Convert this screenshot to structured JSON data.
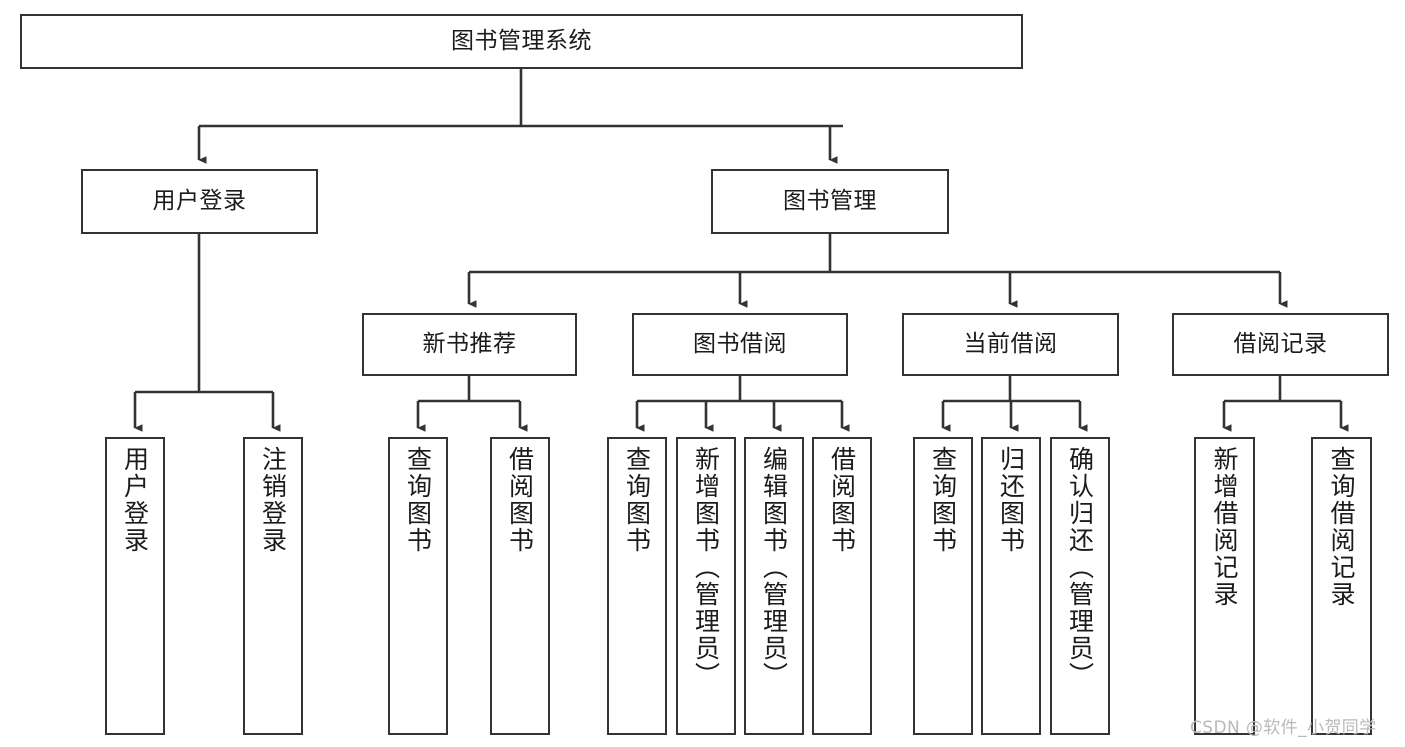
{
  "diagram": {
    "title": "图书管理系统",
    "type": "tree",
    "orientation": "top-down",
    "watermark": "CSDN @软件_小贺同学",
    "colors": {
      "box_border": "#333333",
      "box_fill": "#ffffff",
      "link": "#333333",
      "text": "#1b1b1b",
      "watermark": "#b9b9b9",
      "background": "#ffffff"
    },
    "nodes": {
      "root": {
        "label": "图书管理系统"
      },
      "level2": [
        {
          "id": "user-login",
          "label": "用户登录"
        },
        {
          "id": "book-manage",
          "label": "图书管理"
        }
      ],
      "level3": [
        {
          "id": "new-book-recommend",
          "label": "新书推荐"
        },
        {
          "id": "book-borrow",
          "label": "图书借阅"
        },
        {
          "id": "current-borrow",
          "label": "当前借阅"
        },
        {
          "id": "borrow-record",
          "label": "借阅记录"
        }
      ],
      "leaves": {
        "user_login": [
          {
            "id": "leaf-user-login",
            "label": "用户登录"
          },
          {
            "id": "leaf-logout",
            "label": "注销登录"
          }
        ],
        "new_book_recommend": [
          {
            "id": "leaf-query-book-1",
            "label": "查询图书"
          },
          {
            "id": "leaf-borrow-book-1",
            "label": "借阅图书"
          }
        ],
        "book_borrow": [
          {
            "id": "leaf-query-book-2",
            "label": "查询图书"
          },
          {
            "id": "leaf-add-book",
            "label": "新增图书（管理员）"
          },
          {
            "id": "leaf-edit-book",
            "label": "编辑图书（管理员）"
          },
          {
            "id": "leaf-borrow-book-2",
            "label": "借阅图书"
          }
        ],
        "current_borrow": [
          {
            "id": "leaf-query-book-3",
            "label": "查询图书"
          },
          {
            "id": "leaf-return-book",
            "label": "归还图书"
          },
          {
            "id": "leaf-confirm-return",
            "label": "确认归还（管理员）"
          }
        ],
        "borrow_record": [
          {
            "id": "leaf-add-record",
            "label": "新增借阅记录"
          },
          {
            "id": "leaf-query-record",
            "label": "查询借阅记录"
          }
        ]
      }
    },
    "edges": [
      {
        "from": "图书管理系统",
        "to": "用户登录"
      },
      {
        "from": "图书管理系统",
        "to": "图书管理"
      },
      {
        "from": "用户登录",
        "to": "用户登录"
      },
      {
        "from": "用户登录",
        "to": "注销登录"
      },
      {
        "from": "图书管理",
        "to": "新书推荐"
      },
      {
        "from": "图书管理",
        "to": "图书借阅"
      },
      {
        "from": "图书管理",
        "to": "当前借阅"
      },
      {
        "from": "图书管理",
        "to": "借阅记录"
      },
      {
        "from": "新书推荐",
        "to": "查询图书"
      },
      {
        "from": "新书推荐",
        "to": "借阅图书"
      },
      {
        "from": "图书借阅",
        "to": "查询图书"
      },
      {
        "from": "图书借阅",
        "to": "新增图书（管理员）"
      },
      {
        "from": "图书借阅",
        "to": "编辑图书（管理员）"
      },
      {
        "from": "图书借阅",
        "to": "借阅图书"
      },
      {
        "from": "当前借阅",
        "to": "查询图书"
      },
      {
        "from": "当前借阅",
        "to": "归还图书"
      },
      {
        "from": "当前借阅",
        "to": "确认归还（管理员）"
      },
      {
        "from": "借阅记录",
        "to": "新增借阅记录"
      },
      {
        "from": "借阅记录",
        "to": "查询借阅记录"
      }
    ]
  }
}
